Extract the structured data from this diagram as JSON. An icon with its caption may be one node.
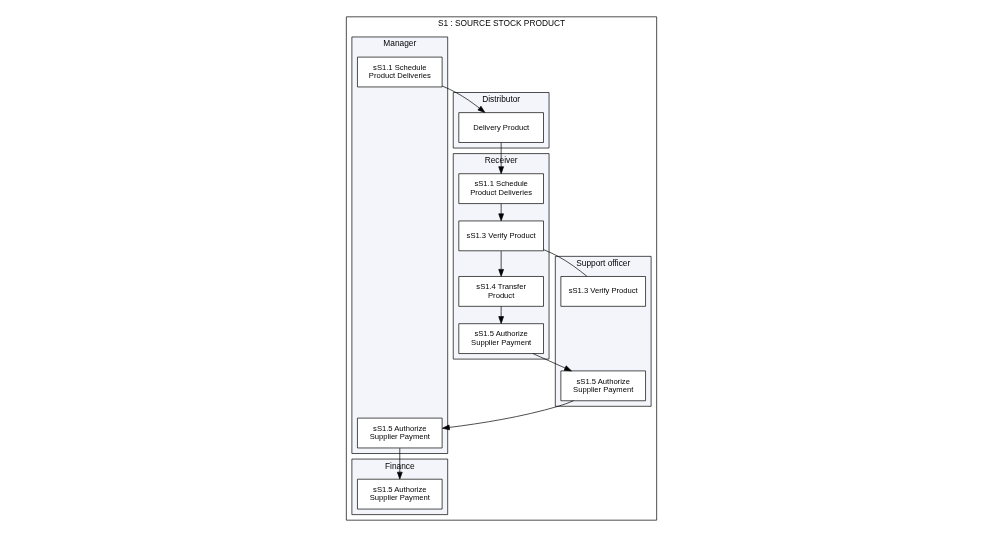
{
  "diagram": {
    "nodes": [
      {
        "text": [
          "S1 : SOURCE STOCK PRODUCT"
        ]
      },
      {
        "text": [
          "Receiver"
        ],
        "in": 0
      },
      {
        "text": [
          "Support officer"
        ],
        "in": 0
      },
      {
        "text": [
          "Manager"
        ],
        "in": 0
      },
      {
        "text": [
          "Distributor"
        ],
        "in": 0
      },
      {
        "text": [
          "Finance"
        ],
        "in": 0
      },
      {
        "text": [
          "sS1.1 Schedule Product Deliveries"
        ],
        "in": 3
      },
      {
        "text": [
          "Delivery Product"
        ],
        "in": 4
      },
      {
        "text": [
          "sS1.1 Schedule Product Deliveries"
        ],
        "in": 1
      },
      {
        "text": [
          "sS1.3 Verify Product"
        ],
        "in": 1
      },
      {
        "text": [
          "sS1.3 Verify Product"
        ],
        "in": 2
      },
      {
        "text": [
          "sS1.4 Transfer Product"
        ],
        "in": 1
      },
      {
        "text": [
          "sS1.5 Authorize Supplier Payment"
        ],
        "in": 1
      },
      {
        "text": [
          "sS1.5 Authorize Supplier Payment"
        ],
        "in": 2
      },
      {
        "text": [
          "sS1.5 Authorize Supplier Payment"
        ],
        "in": 3
      },
      {
        "text": [
          "sS1.5 Authorize Supplier Payment"
        ],
        "in": 5
      }
    ],
    "edges": [
      {
        "from": 6,
        "to": 7,
        "arrow": "to"
      },
      {
        "from": 7,
        "to": 8,
        "arrow": "to"
      },
      {
        "from": 8,
        "to": 9,
        "arrow": "to"
      },
      {
        "from": 9,
        "to": 10,
        "arrow": "none"
      },
      {
        "from": 9,
        "to": 11,
        "arrow": "to"
      },
      {
        "from": 11,
        "to": 12,
        "arrow": "to"
      },
      {
        "from": 12,
        "to": 13,
        "arrow": "to"
      },
      {
        "from": 13,
        "to": 14,
        "arrow": "to"
      },
      {
        "from": 14,
        "to": 15,
        "arrow": "to"
      }
    ]
  }
}
